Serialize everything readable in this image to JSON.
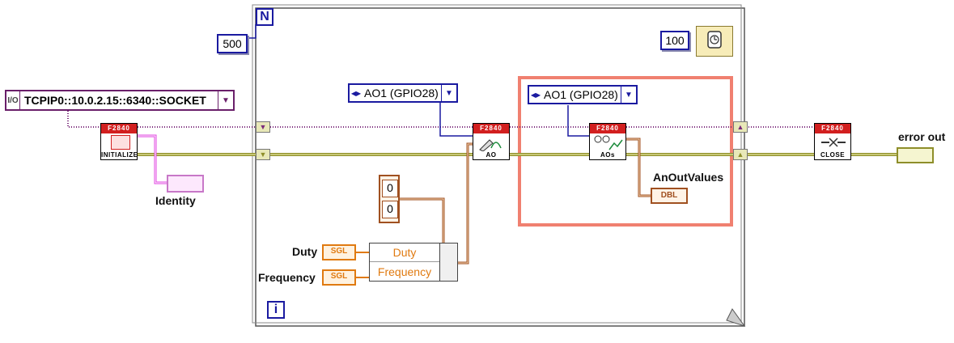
{
  "diagram": {
    "loop_count_label": "N",
    "iteration_label": "i",
    "loop_count": "500",
    "wait_ms": "100",
    "resource_name": "TCPIP0::10.0.2.15::6340::SOCKET",
    "channel_left": "AO1 (GPIO28)",
    "channel_right": "AO1 (GPIO28)",
    "array_values": [
      "0",
      "0"
    ],
    "cluster_fields": [
      "Duty",
      "Frequency"
    ],
    "labels": {
      "identity": "Identity",
      "error_out": "error out",
      "duty": "Duty",
      "frequency": "Frequency",
      "an_out_values": "AnOutValues"
    },
    "vis": {
      "initialize": {
        "header": "F2840",
        "caption": "INITIALIZE"
      },
      "write": {
        "header": "F2840",
        "caption": "AO"
      },
      "read": {
        "header": "F2840",
        "caption": "AOs"
      },
      "close": {
        "header": "F2840",
        "caption": "CLOSE"
      }
    },
    "type_badges": {
      "sgl": "SGL",
      "dbl": "DBL"
    },
    "icons": [
      "metronome-icon",
      "pencil-write-icon",
      "glasses-read-icon",
      "close-icon",
      "reset-icon"
    ],
    "colors": {
      "error_wire": "#8e8e2a",
      "resource_wire": "#7a2a7a",
      "numeric_wire": "#1a1aa0",
      "cluster_wire": "#a05020",
      "highlight": "#f08070",
      "identity_wire": "#e040e0"
    }
  }
}
